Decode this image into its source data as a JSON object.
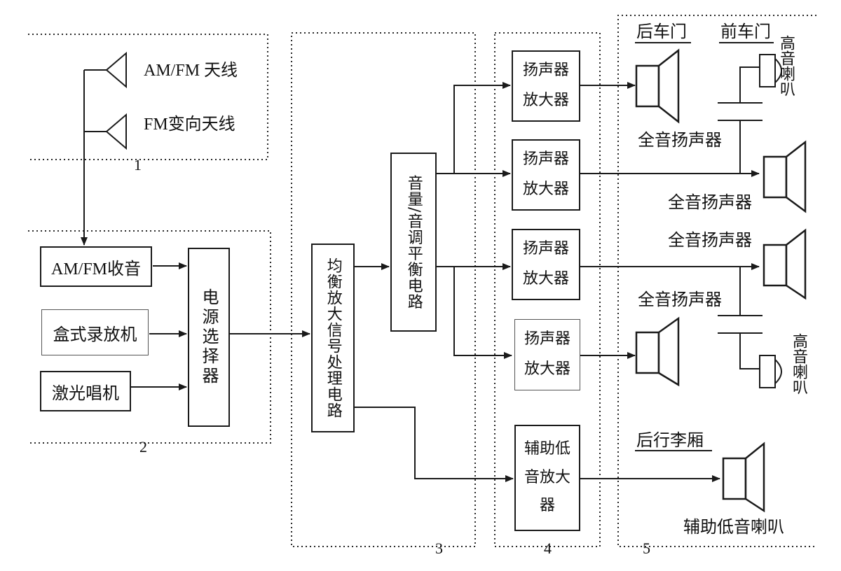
{
  "sections": {
    "section_1": "1",
    "section_2": "2",
    "section_3": "3",
    "section_4": "4",
    "section_5": "5"
  },
  "antennas": {
    "amfm_antenna": "AM/FM 天线",
    "fm_diversity_antenna": "FM变向天线"
  },
  "sources": {
    "amfm_radio": "AM/FM收音",
    "cassette_player": "盒式录放机",
    "cd_player": "激光唱机"
  },
  "blocks": {
    "source_selector": "电源选择器",
    "eq_processor": "均衡放大信号处理电路",
    "volume_tone_balance": "音量/音调平衡电路",
    "speaker_amp_1": "扬声器\n放大器",
    "speaker_amp_2": "扬声器\n放大器",
    "speaker_amp_3": "扬声器\n放大器",
    "speaker_amp_4": "扬声器\n放大器",
    "subwoofer_amp": "辅助低\n音放大\n器"
  },
  "outputs": {
    "rear_door": "后车门",
    "front_door": "前车门",
    "full_range_1": "全音扬声器",
    "full_range_2": "全音扬声器",
    "full_range_3": "全音扬声器",
    "full_range_4": "全音扬声器",
    "tweeter_top": "高音喇叭",
    "tweeter_bottom": "高音喇叭",
    "rear_trunk": "后行李厢",
    "subwoofer_speaker": "辅助低音喇叭"
  },
  "colors": {
    "line": "#1a1a1a",
    "dotted_border": "#2a2a2a",
    "background": "#ffffff"
  }
}
